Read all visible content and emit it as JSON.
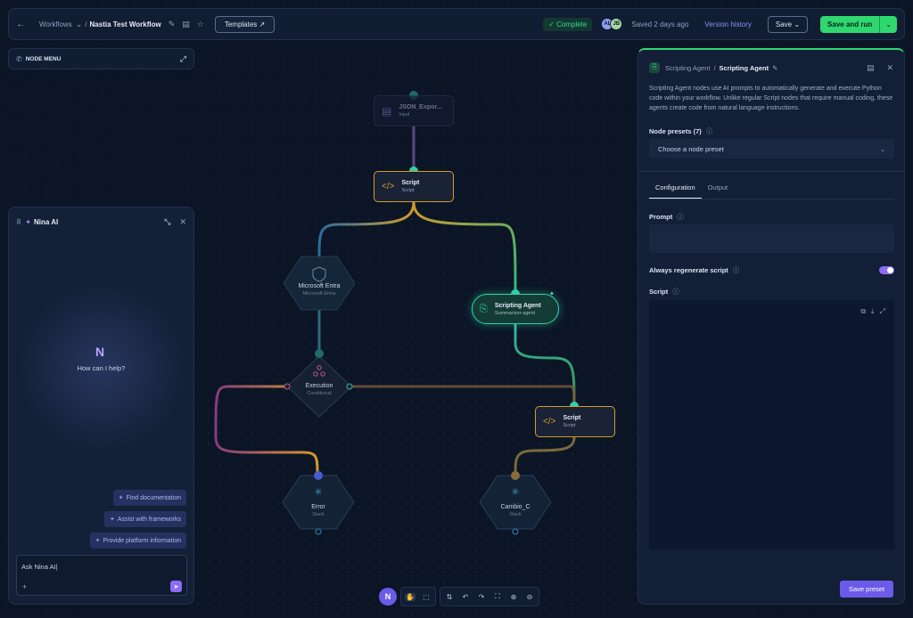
{
  "header": {
    "breadcrumb_root": "Workflows",
    "breadcrumb_sep": "/",
    "workflow_name": "Nastia Test Workflow",
    "templates_label": "Templates",
    "status": "Complete",
    "avatars": [
      "AL",
      "JB"
    ],
    "saved_text": "Saved 2 days ago",
    "version_history": "Version history",
    "save_label": "Save",
    "save_run_label": "Save and run"
  },
  "node_menu": {
    "label": "NODE MENU"
  },
  "nina": {
    "title": "Nina AI",
    "help_text": "How can I help?",
    "suggestions": [
      "Find documentation",
      "Assist with frameworks",
      "Provide platform information"
    ],
    "input_placeholder": "Ask Nina AI|",
    "logo_glyph": "N"
  },
  "nodes": {
    "json_export": {
      "title": "JSON_Expor...",
      "sub": "Input"
    },
    "script_top": {
      "title": "Script",
      "sub": "Script"
    },
    "ms_entra": {
      "title": "Microsoft Entra",
      "sub": "Microsoft Entra"
    },
    "scripting_agent": {
      "title": "Scripting Agent",
      "sub": "Summarizer-agent"
    },
    "execution": {
      "title": "Execution",
      "sub": "Conditional"
    },
    "script_right": {
      "title": "Script",
      "sub": "Script"
    },
    "error": {
      "title": "Error",
      "sub": "Slack"
    },
    "cambio": {
      "title": "Cambio_C",
      "sub": "Slack"
    }
  },
  "panel": {
    "crumb_type": "Scripting Agent",
    "crumb_sep": "/",
    "crumb_name": "Scripting Agent",
    "description": "Scripting Agent nodes use AI prompts to automatically generate and execute Python code within your workflow. Unlike regular Script nodes that require manual coding, these agents create code from natural language instructions.",
    "presets_label": "Node presets (7)",
    "preset_placeholder": "Choose a node preset",
    "tabs": [
      "Configuration",
      "Output"
    ],
    "prompt_label": "Prompt",
    "regen_label": "Always regenerate script",
    "regen_on": true,
    "script_label": "Script",
    "save_preset": "Save preset"
  },
  "colors": {
    "accent_green": "#2fd86f",
    "accent_purple": "#6c5be8",
    "edge_amber": "#d49a2a",
    "edge_teal": "#2fb7a0"
  }
}
